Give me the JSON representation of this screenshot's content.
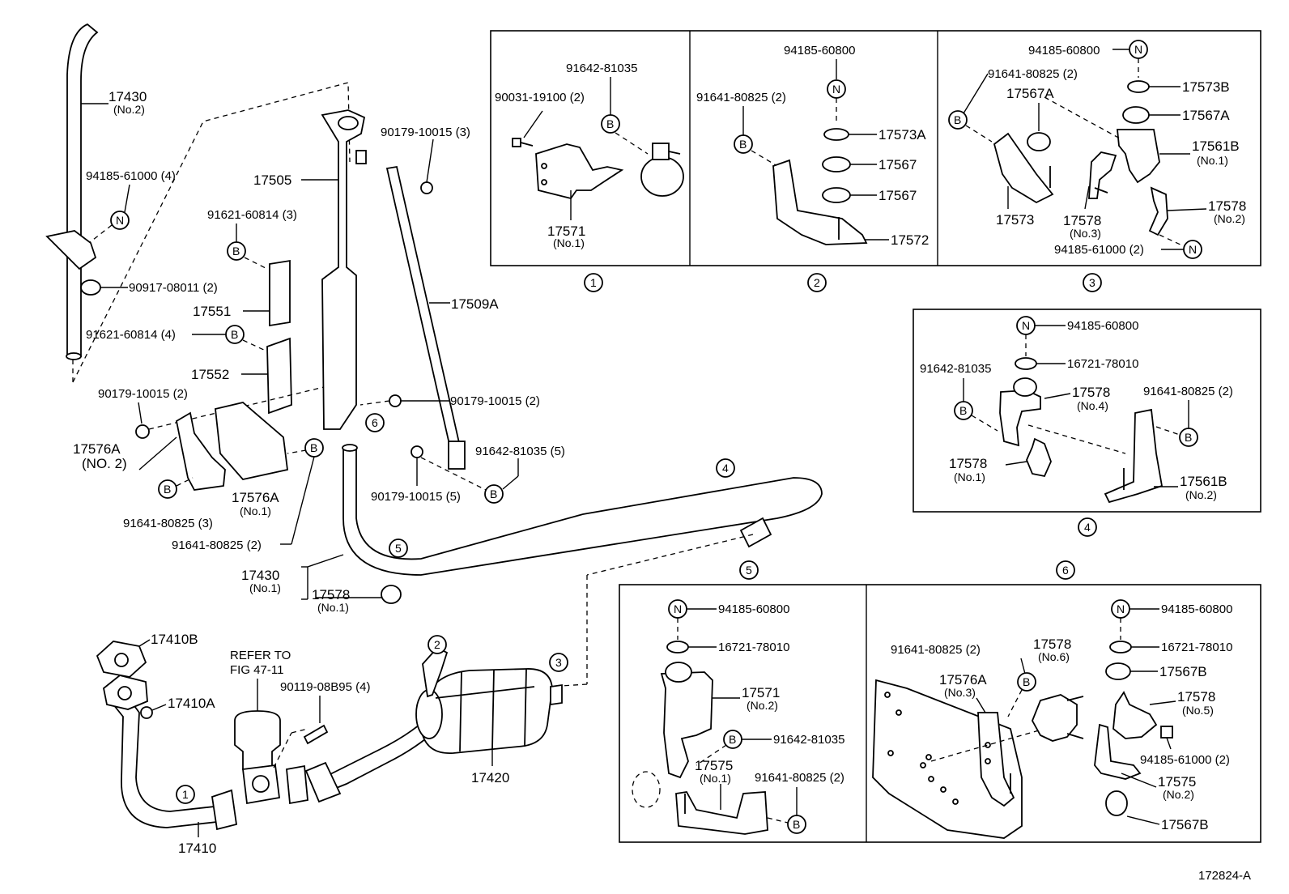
{
  "figure_id": "172824-A",
  "panels": {
    "p1": {
      "circle": "1",
      "labels": {
        "a": "91642-81035",
        "b": "90031-19100 (2)",
        "c": "17571",
        "d": "(No.1)"
      }
    },
    "p2": {
      "circle": "2",
      "labels": {
        "a": "94185-60800",
        "b": "91641-80825 (2)",
        "c": "17573A",
        "d": "17567",
        "e": "17567",
        "f": "17572"
      }
    },
    "p3": {
      "circle": "3",
      "labels": {
        "a": "94185-60800",
        "b": "91641-80825 (2)",
        "c": "17567A",
        "d": "17573B",
        "e": "17567A",
        "f": "17561B",
        "g": "(No.1)",
        "h": "17573",
        "i": "17578",
        "j": "(No.3)",
        "k": "17578",
        "l": "(No.2)",
        "m": "94185-61000 (2)"
      }
    },
    "p4": {
      "circle": "4",
      "labels": {
        "a": "94185-60800",
        "b": "16721-78010",
        "c": "91642-81035",
        "d": "17578",
        "e": "(No.4)",
        "f": "91641-80825 (2)",
        "g": "17578",
        "h": "(No.1)",
        "i": "17561B",
        "j": "(No.2)"
      }
    },
    "p5": {
      "circle": "5",
      "labels": {
        "a": "94185-60800",
        "b": "16721-78010",
        "c": "17571",
        "d": "(No.2)",
        "e": "91642-81035",
        "f": "17575",
        "g": "(No.1)",
        "h": "91641-80825 (2)"
      }
    },
    "p6": {
      "circle": "6",
      "labels": {
        "a": "94185-60800",
        "b": "16721-78010",
        "c": "91641-80825 (2)",
        "d": "17578",
        "e": "(No.6)",
        "f": "17576A",
        "g": "(No.3)",
        "h": "17567B",
        "i": "17578",
        "j": "(No.5)",
        "k": "94185-61000 (2)",
        "l": "17575",
        "m": "(No.2)",
        "n": "17567B"
      }
    }
  },
  "main": {
    "tail_pipe_no2": "17430",
    "tail_pipe_no2_sub": "(No.2)",
    "bolt_a": "94185-61000 (4)",
    "mount_a": "90917-08011 (2)",
    "bolt_b": "91621-60814 (4)",
    "bolt_c": "91621-60814 (3)",
    "part_17551": "17551",
    "part_17552": "17552",
    "part_17505": "17505",
    "nut_a": "90179-10015 (3)",
    "part_17509a": "17509A",
    "nut_b": "90179-10015 (2)",
    "nut_c": "90179-10015 (2)",
    "bracket_no2": "17576A",
    "bracket_no2_sub": "(NO. 2)",
    "bolt_d": "91641-80825 (3)",
    "bracket_no1": "17576A",
    "bracket_no1_sub": "(No.1)",
    "bolt_e": "91641-80825 (2)",
    "bolt_f": "91642-81035 (5)",
    "nut_d": "90179-10015 (5)",
    "tail_pipe_no1": "17430",
    "tail_pipe_no1_sub": "(No.1)",
    "clamp_no1": "17578",
    "clamp_no1_sub": "(No.1)",
    "gasket_b": "17410B",
    "gasket_a": "17410A",
    "refer_to": "REFER TO",
    "refer_fig": "FIG 47-11",
    "bolt_g": "90119-08B95 (4)",
    "muffler": "17420",
    "front_pipe": "17410",
    "c1": "1",
    "c2": "2",
    "c3": "3",
    "c4": "4",
    "c5": "5",
    "c6": "6",
    "marker_b": "B",
    "marker_n": "N"
  }
}
